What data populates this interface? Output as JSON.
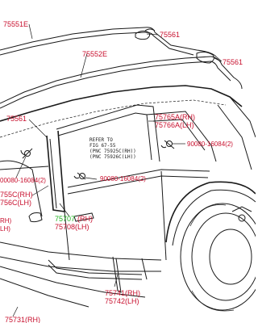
{
  "parts": {
    "p75551E": "75551E",
    "p75561_top": "75561",
    "p75552E": "75552E",
    "p75561_right": "75561",
    "p75561_left": "75561",
    "p75765A": "75765A(RH)",
    "p75766A": "75766A(LH)",
    "p90080_right": "90080-16084(2)",
    "p90080_left": "00080-16084(2)",
    "p90080_center": "90080-16084(2)",
    "p755C_RH": "755C(RH)",
    "p756C_LH": "756C(LH)",
    "p75707": "75707",
    "p75707_side": "(RH)",
    "p75708": "75708(LH)",
    "rh_fragment": "RH)",
    "lh_fragment": "LH)",
    "p75741": "75741(RH)",
    "p75742": "75742(LH)",
    "p75731": "75731(RH)"
  },
  "note": {
    "line1": "REFER TO",
    "line2": "FIG 67-55",
    "line3": "(PNC 75925C(RH))",
    "line4": "(PNC 75926C(LH))"
  },
  "colors": {
    "label": "#c8102e",
    "highlight": "#1db31d",
    "line": "#1a1a1a"
  }
}
